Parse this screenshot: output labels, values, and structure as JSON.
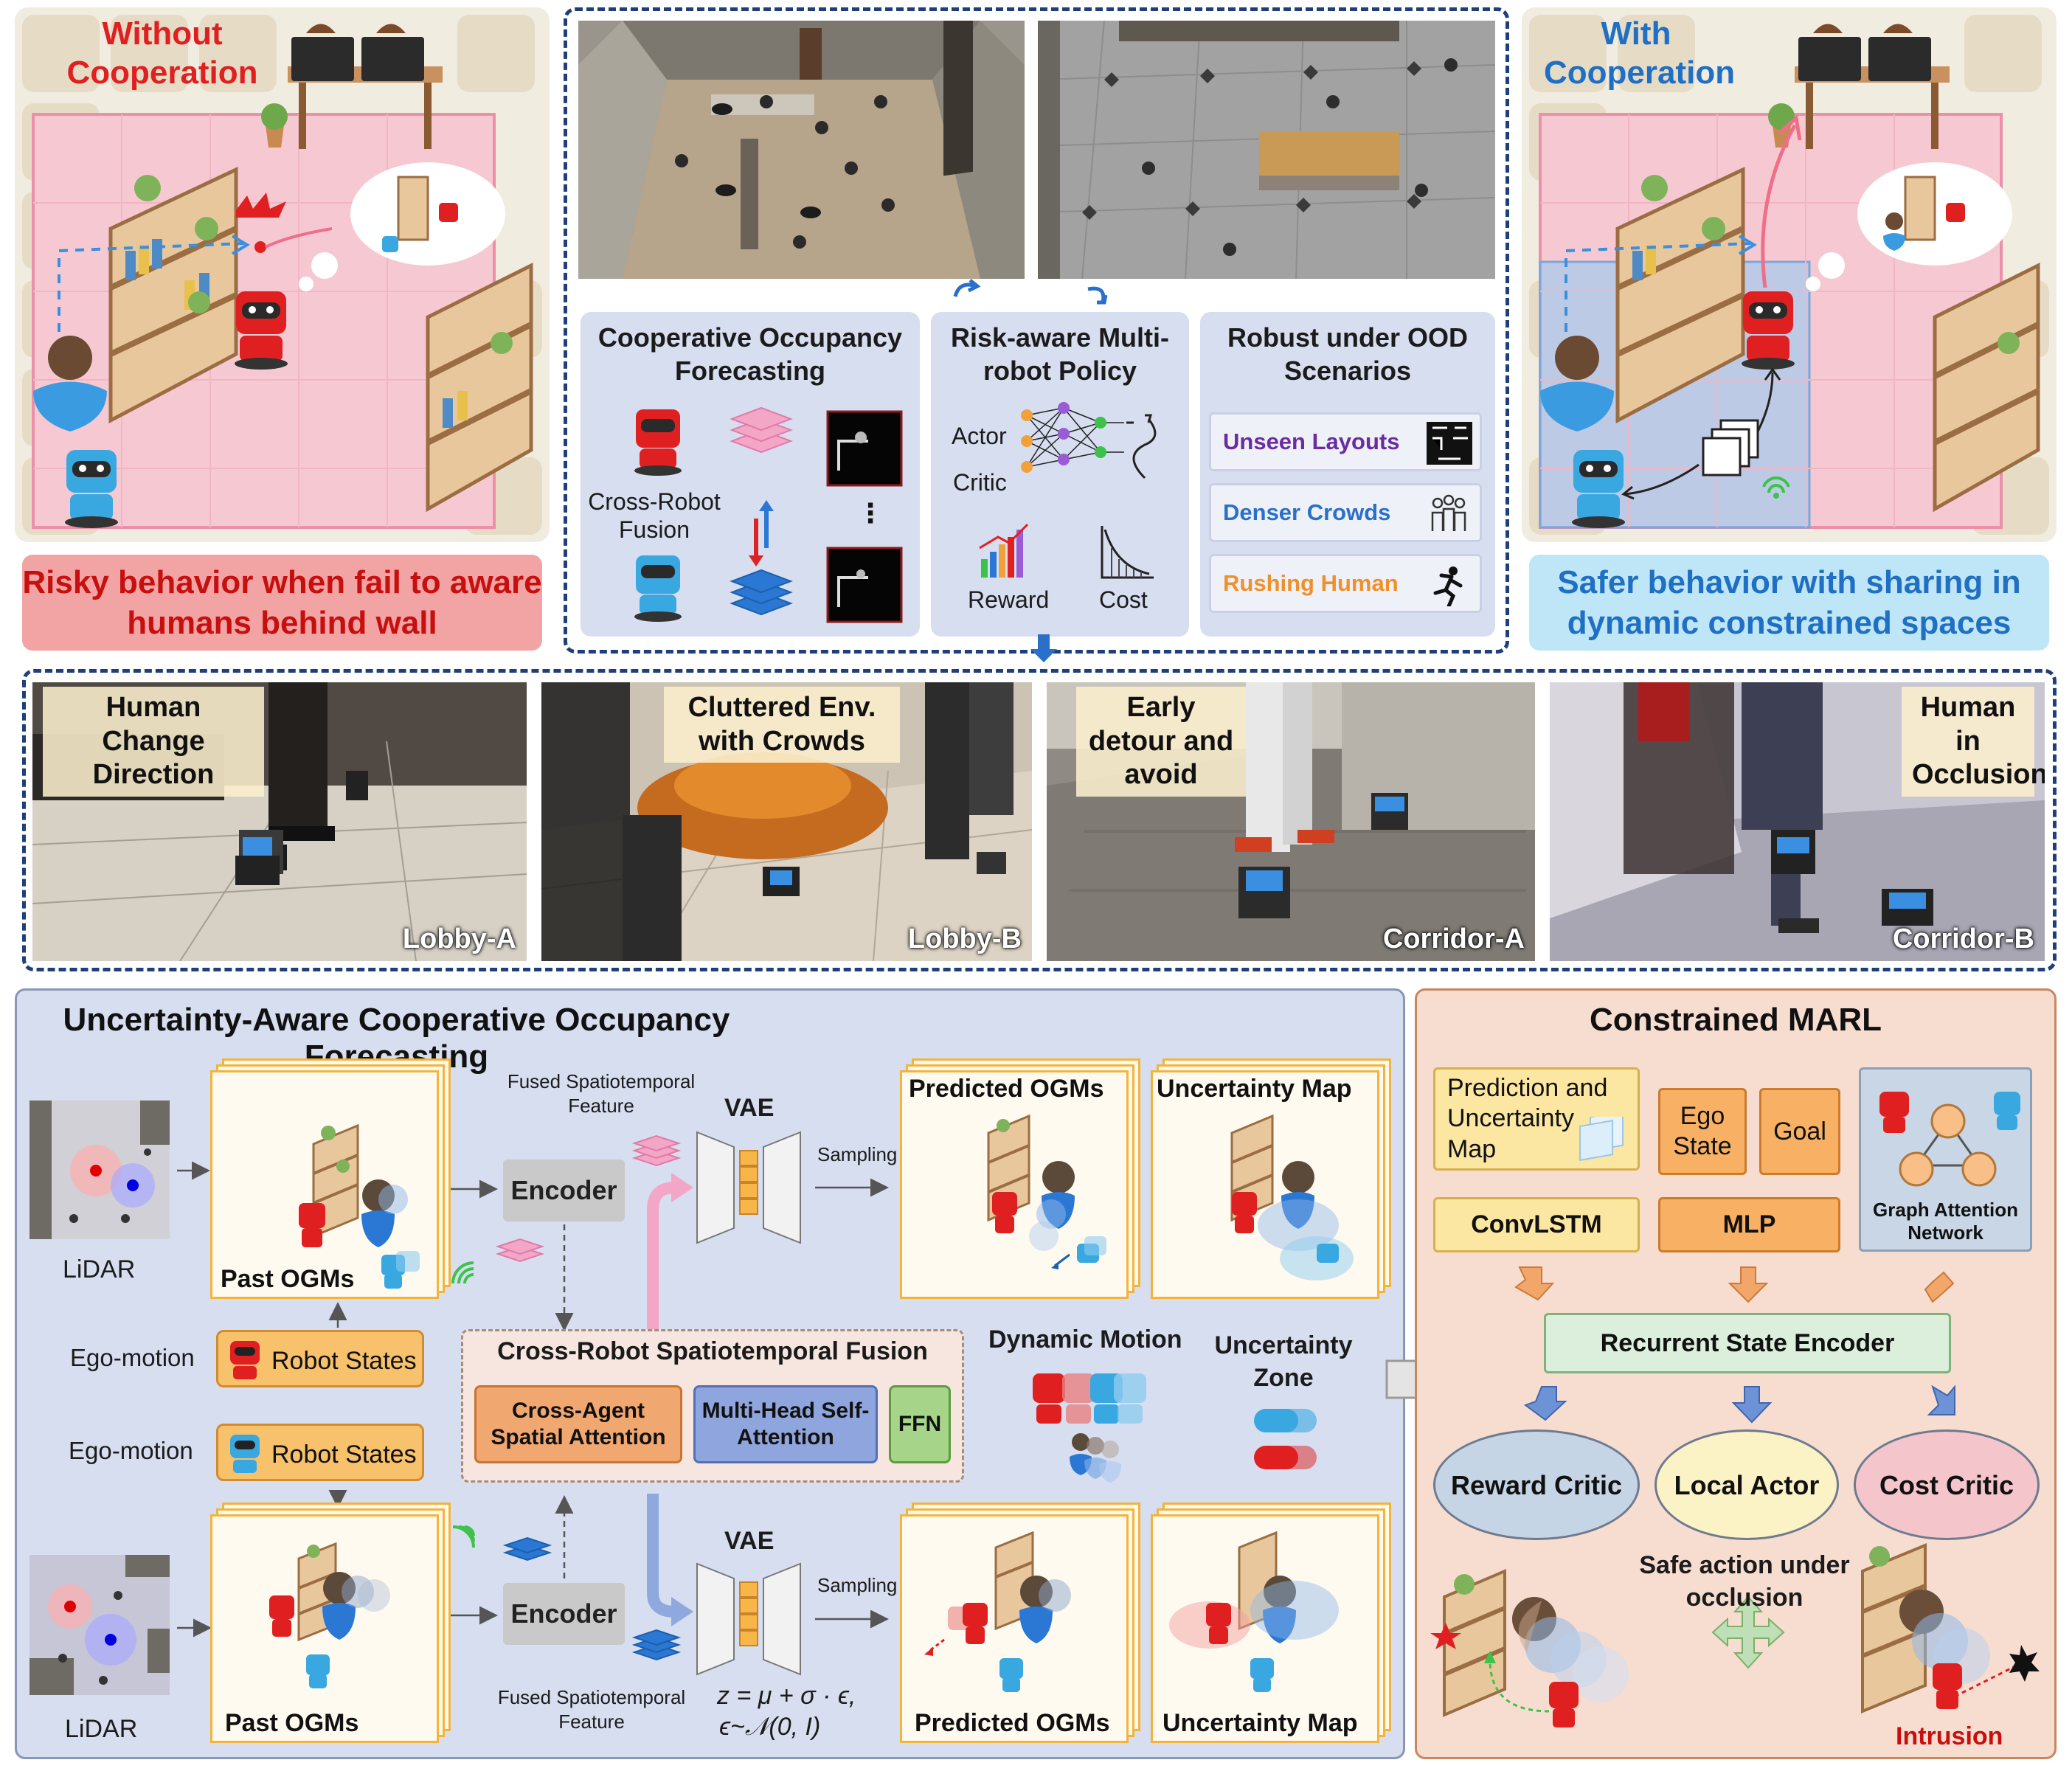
{
  "top_left": {
    "title": "Without Cooperation",
    "banner": "Risky behavior when fail to aware humans behind wall",
    "accent": "#e02020",
    "banner_bg": "#f2a3a3"
  },
  "top_right": {
    "title": "With Cooperation",
    "banner": "Safer behavior with sharing in dynamic constrained spaces",
    "accent": "#1f6fc4",
    "banner_bg": "#bfe6f7"
  },
  "center_top": {
    "forecast_title": "Cooperative Occupancy Forecasting",
    "fusion_label": "Cross-Robot Fusion",
    "ellipsis": "⋮",
    "policy_title": "Risk-aware Multi-robot Policy",
    "actor_label": "Actor",
    "critic_label": "Critic",
    "reward_label": "Reward",
    "cost_label": "Cost",
    "ood_title": "Robust under OOD Scenarios",
    "ood_items": [
      {
        "label": "Unseen Layouts",
        "color": "#6a2ca0"
      },
      {
        "label": "Denser Crowds",
        "color": "#2a6fc9"
      },
      {
        "label": "Rushing Human",
        "color": "#f0902a"
      }
    ]
  },
  "real_photos": [
    {
      "tag": "Human Change Direction",
      "name": "Lobby-A"
    },
    {
      "tag": "Cluttered Env. with Crowds",
      "name": "Lobby-B"
    },
    {
      "tag": "Early detour and avoid",
      "name": "Corridor-A"
    },
    {
      "tag": "Human in Occlusion",
      "name": "Corridor-B"
    }
  ],
  "forecasting": {
    "title": "Uncertainty-Aware Cooperative Occupancy Forecasting",
    "lidar": "LiDAR",
    "past_ogms": "Past OGMs",
    "ego_motion": "Ego-motion",
    "robot_states": "Robot States",
    "encoder": "Encoder",
    "fused_feature": "Fused Spatiotemporal Feature",
    "vae": "VAE",
    "sampling": "Sampling",
    "predicted_ogms": "Predicted OGMs",
    "uncertainty_map": "Uncertainty Map",
    "fusion_title": "Cross-Robot Spatiotemporal Fusion",
    "cross_agent": "Cross-Agent Spatial Attention",
    "multi_head": "Multi-Head Self-Attention",
    "ffn": "FFN",
    "dynamic_motion": "Dynamic Motion",
    "uncertainty_zone": "Uncertainty Zone",
    "formula_1": "z = μ + σ · ϵ,",
    "formula_2": "ϵ~𝒩(0, I)"
  },
  "marl": {
    "title": "Constrained MARL",
    "prediction_map": "Prediction and Uncertainty Map",
    "ego_state": "Ego State",
    "goal": "Goal",
    "graph_attention": "Graph Attention Network",
    "convlstm": "ConvLSTM",
    "mlp": "MLP",
    "recurrent": "Recurrent State Encoder",
    "reward_critic": "Reward Critic",
    "local_actor": "Local Actor",
    "cost_critic": "Cost Critic",
    "safe_action": "Safe action under occlusion",
    "intrusion": "Intrusion"
  }
}
